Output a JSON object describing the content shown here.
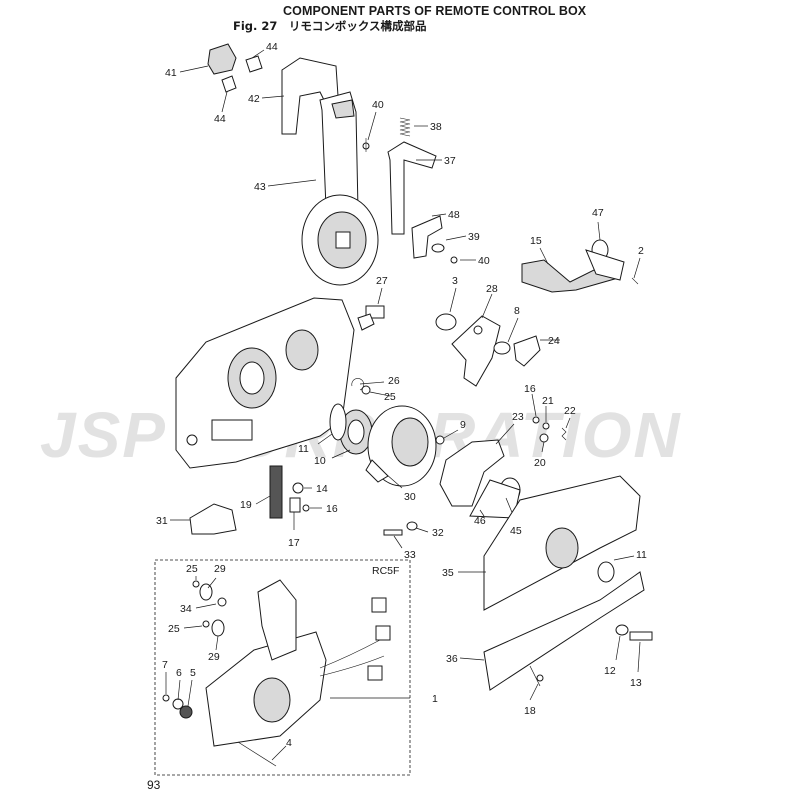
{
  "header": {
    "title": "COMPONENT PARTS OF REMOTE CONTROL BOX",
    "subtitle": "Fig. 27　リモコンボックス構成部品"
  },
  "watermark": "JSP CORPORATION",
  "kit_label": "RC5F",
  "page_number": "93",
  "callouts": {
    "c41": "41",
    "c44a": "44",
    "c44b": "44",
    "c42": "42",
    "c40a": "40",
    "c38": "38",
    "c37": "37",
    "c43": "43",
    "c48": "48",
    "c39": "39",
    "c40b": "40",
    "c47": "47",
    "c15": "15",
    "c2": "2",
    "c27": "27",
    "c3": "3",
    "c28": "28",
    "c8": "8",
    "c24": "24",
    "c26": "26",
    "c25a": "25",
    "c16a": "16",
    "c21": "21",
    "c22": "22",
    "c23": "23",
    "c9": "9",
    "c20": "20",
    "c11a": "11",
    "c10": "10",
    "c14": "14",
    "c19": "19",
    "c16b": "16",
    "c17": "17",
    "c30": "30",
    "c46": "46",
    "c45": "45",
    "c31": "31",
    "c32": "32",
    "c33": "33",
    "c35": "35",
    "c11b": "11",
    "c36": "36",
    "c12": "12",
    "c13": "13",
    "c18": "18",
    "c25b": "25",
    "c29a": "29",
    "c34": "34",
    "c25c": "25",
    "c29b": "29",
    "c7": "7",
    "c6": "6",
    "c5": "5",
    "c1": "1",
    "c4": "4"
  }
}
